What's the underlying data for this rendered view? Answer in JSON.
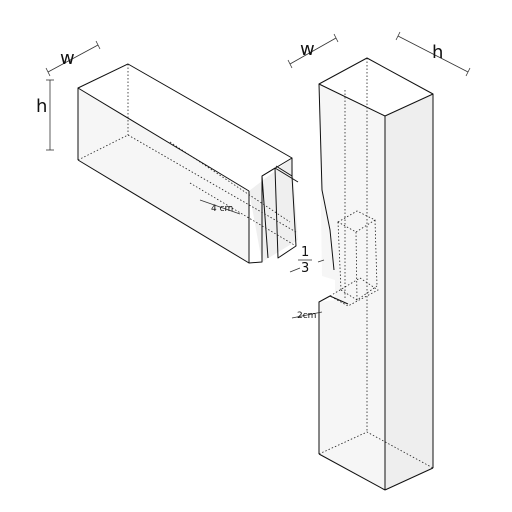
{
  "labels": {
    "beam_width": "w",
    "beam_height": "h",
    "post_width": "w",
    "post_height": "h",
    "tenon_length": "4 cm",
    "shoulder_depth": "2cm",
    "fraction_numerator": "1",
    "fraction_denominator": "3"
  },
  "colors": {
    "line": "#111111",
    "face_front": "#f5f5f5",
    "face_side": "#eeeeee",
    "face_top": "#ffffff"
  }
}
